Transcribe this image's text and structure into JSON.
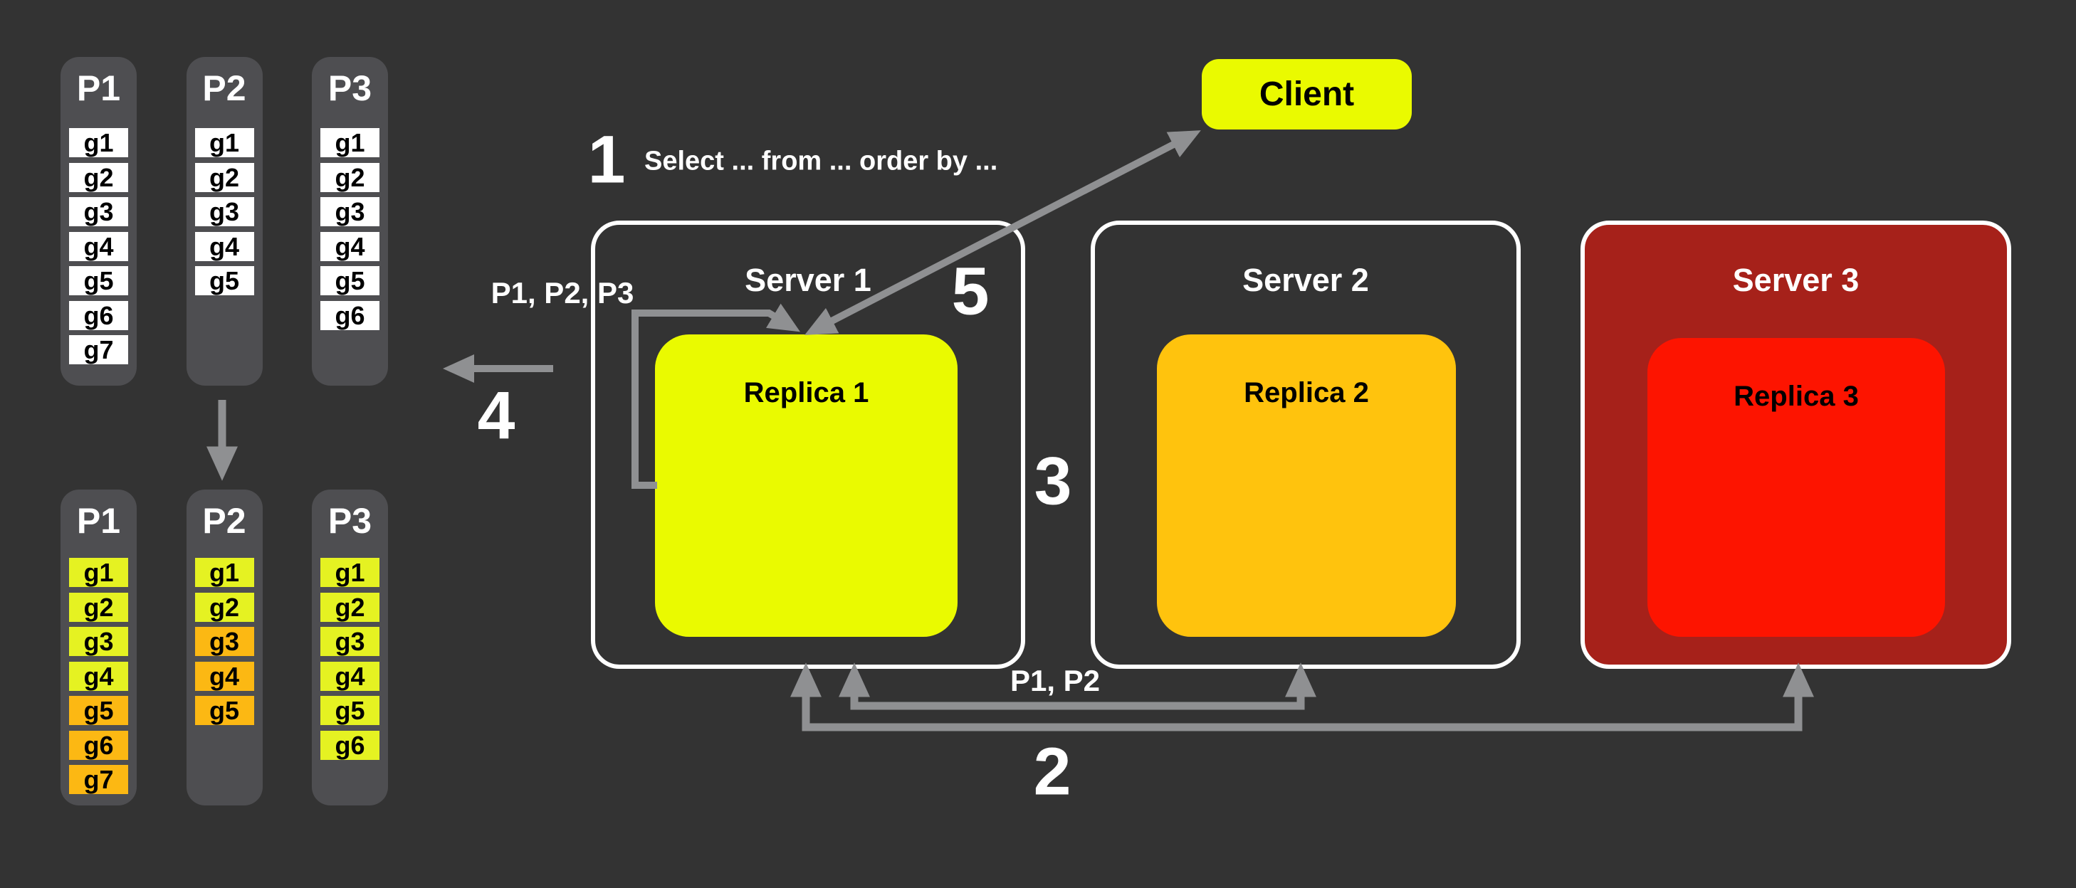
{
  "colors": {
    "background": "#333333",
    "panel_gray": "#4e4e51",
    "cell_white": "#ffffff",
    "cell_yellow": "#e5f222",
    "cell_orange": "#fcb813",
    "client_yellow": "#eafa00",
    "replica1_yellow": "#eafa00",
    "replica2_amber": "#ffc30d",
    "replica3_red": "#fd1400",
    "server3_dark_red": "#a6211a",
    "arrow_gray": "#8f9092"
  },
  "partitions_before": [
    {
      "label": "P1",
      "cells": [
        {
          "label": "g1",
          "color": "white"
        },
        {
          "label": "g2",
          "color": "white"
        },
        {
          "label": "g3",
          "color": "white"
        },
        {
          "label": "g4",
          "color": "white"
        },
        {
          "label": "g5",
          "color": "white"
        },
        {
          "label": "g6",
          "color": "white"
        },
        {
          "label": "g7",
          "color": "white"
        }
      ]
    },
    {
      "label": "P2",
      "cells": [
        {
          "label": "g1",
          "color": "white"
        },
        {
          "label": "g2",
          "color": "white"
        },
        {
          "label": "g3",
          "color": "white"
        },
        {
          "label": "g4",
          "color": "white"
        },
        {
          "label": "g5",
          "color": "white"
        }
      ]
    },
    {
      "label": "P3",
      "cells": [
        {
          "label": "g1",
          "color": "white"
        },
        {
          "label": "g2",
          "color": "white"
        },
        {
          "label": "g3",
          "color": "white"
        },
        {
          "label": "g4",
          "color": "white"
        },
        {
          "label": "g5",
          "color": "white"
        },
        {
          "label": "g6",
          "color": "white"
        }
      ]
    }
  ],
  "partitions_after": [
    {
      "label": "P1",
      "cells": [
        {
          "label": "g1",
          "color": "yellow"
        },
        {
          "label": "g2",
          "color": "yellow"
        },
        {
          "label": "g3",
          "color": "yellow"
        },
        {
          "label": "g4",
          "color": "yellow"
        },
        {
          "label": "g5",
          "color": "orange"
        },
        {
          "label": "g6",
          "color": "orange"
        },
        {
          "label": "g7",
          "color": "orange"
        }
      ]
    },
    {
      "label": "P2",
      "cells": [
        {
          "label": "g1",
          "color": "yellow"
        },
        {
          "label": "g2",
          "color": "yellow"
        },
        {
          "label": "g3",
          "color": "orange"
        },
        {
          "label": "g4",
          "color": "orange"
        },
        {
          "label": "g5",
          "color": "orange"
        }
      ]
    },
    {
      "label": "P3",
      "cells": [
        {
          "label": "g1",
          "color": "yellow"
        },
        {
          "label": "g2",
          "color": "yellow"
        },
        {
          "label": "g3",
          "color": "yellow"
        },
        {
          "label": "g4",
          "color": "yellow"
        },
        {
          "label": "g5",
          "color": "yellow"
        },
        {
          "label": "g6",
          "color": "yellow"
        }
      ]
    }
  ],
  "client": {
    "label": "Client"
  },
  "servers": [
    {
      "label": "Server 1",
      "replica_label": "Replica 1"
    },
    {
      "label": "Server 2",
      "replica_label": "Replica 2"
    },
    {
      "label": "Server 3",
      "replica_label": "Replica 3"
    }
  ],
  "annotations": {
    "step1_number": "1",
    "step1_query": "Select ... from ... order by ...",
    "step2_number": "2",
    "step3_number": "3",
    "step4_number": "4",
    "step5_number": "5",
    "server1_partitions_label": "P1, P2, P3",
    "replication_partitions_label": "P1, P2"
  }
}
